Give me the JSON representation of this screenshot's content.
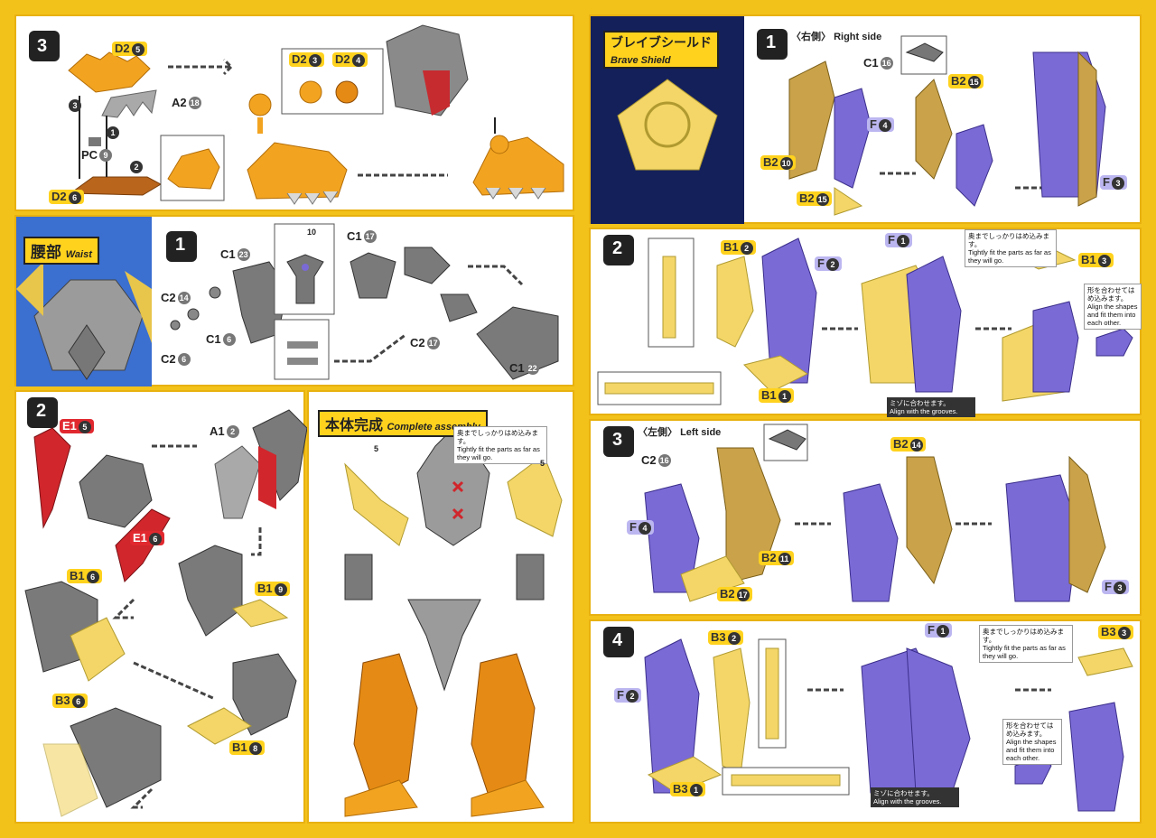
{
  "colors": {
    "frame": "#f3c21a",
    "purple": "#7a6ad6",
    "orange": "#f2a421",
    "tan": "#c9a24a",
    "gray": "#7d7d7d",
    "red": "#d0262c",
    "yellow": "#f3d667"
  },
  "step3_top": {
    "step": "3",
    "parts": {
      "d2_5": "D2",
      "d2_5n": "5",
      "a2_18": "A2",
      "a2_18n": "18",
      "pc9": "PC",
      "pc9n": "9",
      "d2_6": "D2",
      "d2_6n": "6",
      "d2_3": "D2",
      "d2_3n": "3",
      "d2_4": "D2",
      "d2_4n": "4"
    },
    "c1": "1",
    "c2": "2",
    "c3": "3"
  },
  "waist": {
    "title": "腰部",
    "subtitle": "Waist",
    "step": "1",
    "parts": {
      "c1_23": "C1",
      "c1_23n": "23",
      "c2_14": "C2",
      "c2_14n": "14",
      "c1_6": "C1",
      "c1_6n": "6",
      "c2_6": "C2",
      "c2_6n": "6",
      "c1_17": "C1",
      "c1_17n": "17",
      "c2_17": "C2",
      "c2_17n": "17",
      "c1_22": "C1",
      "c1_22n": "22"
    },
    "tool": "10"
  },
  "step2_left": {
    "step": "2",
    "parts": {
      "e1_5": "E1",
      "e1_5n": "5",
      "e1_6": "E1",
      "e1_6n": "6",
      "a1_2": "A1",
      "a1_2n": "2",
      "b1_6": "B1",
      "b1_6n": "6",
      "b1_9": "B1",
      "b1_9n": "9",
      "b3_6": "B3",
      "b3_6n": "6",
      "b1_8": "B1",
      "b1_8n": "8"
    }
  },
  "complete": {
    "title": "本体完成",
    "subtitle": "Complete assembly",
    "note_jp": "奥までしっかりはめ込みます。",
    "note_en": "Tightly fit the parts as far as they will go.",
    "tool_a": "5",
    "tool_b": "5"
  },
  "shield": {
    "title": "ブレイブシールド",
    "subtitle": "Brave Shield"
  },
  "step1_right": {
    "step": "1",
    "side_jp": "〈右側〉",
    "side_en": "Right side",
    "parts": {
      "c1_16": "C1",
      "c1_16n": "16",
      "f4": "F",
      "f4n": "4",
      "b2_10": "B2",
      "b2_10n": "10",
      "b2_15a": "B2",
      "b2_15an": "15",
      "b2_15b": "B2",
      "b2_15bn": "15",
      "f3": "F",
      "f3n": "3"
    }
  },
  "step2_right": {
    "step": "2",
    "parts": {
      "b1_2": "B1",
      "b1_2n": "2",
      "f2": "F",
      "f2n": "2",
      "b1_1": "B1",
      "b1_1n": "1",
      "f1": "F",
      "f1n": "1",
      "b1_3": "B1",
      "b1_3n": "3"
    },
    "note_jp": "奥までしっかりはめ込みます。",
    "note_en": "Tightly fit the parts as far as they will go.",
    "align_jp": "形を合わせてはめ込みます。",
    "align_en": "Align the shapes and fit them into each other.",
    "groove_jp": "ミゾに合わせます。",
    "groove_en": "Align with the grooves."
  },
  "step3_right": {
    "step": "3",
    "side_jp": "〈左側〉",
    "side_en": "Left side",
    "parts": {
      "c2_16": "C2",
      "c2_16n": "16",
      "f4": "F",
      "f4n": "4",
      "b2_11": "B2",
      "b2_11n": "11",
      "b2_17": "B2",
      "b2_17n": "17",
      "b2_14": "B2",
      "b2_14n": "14",
      "f3": "F",
      "f3n": "3"
    }
  },
  "step4_right": {
    "step": "4",
    "parts": {
      "b3_2": "B3",
      "b3_2n": "2",
      "f2": "F",
      "f2n": "2",
      "b3_1": "B3",
      "b3_1n": "1",
      "f1": "F",
      "f1n": "1",
      "b3_3": "B3",
      "b3_3n": "3"
    },
    "note_jp": "奥までしっかりはめ込みます。",
    "note_en": "Tightly fit the parts as far as they will go.",
    "align_jp": "形を合わせてはめ込みます。",
    "align_en": "Align the shapes and fit them into each other.",
    "groove_jp": "ミゾに合わせます。",
    "groove_en": "Align with the grooves."
  }
}
